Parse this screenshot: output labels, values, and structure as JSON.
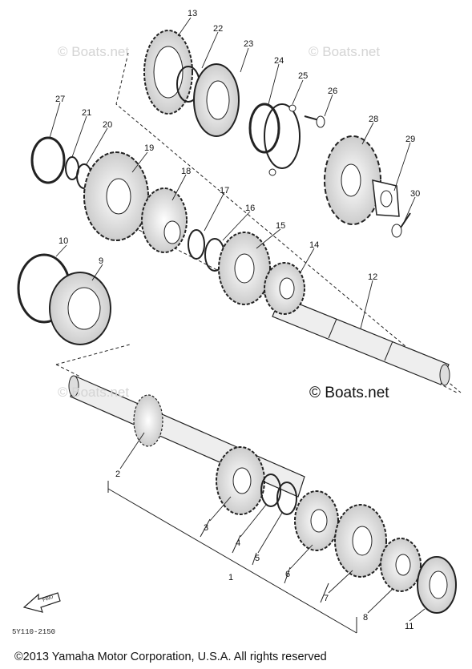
{
  "watermarks": [
    "© Boats.net",
    "© Boats.net",
    "© Boats.net"
  ],
  "brand_text": "© Boats.net",
  "part_numbers": [
    "13",
    "22",
    "23",
    "24",
    "25",
    "26",
    "27",
    "21",
    "20",
    "19",
    "18",
    "17",
    "16",
    "15",
    "14",
    "12",
    "28",
    "29",
    "30",
    "10",
    "9",
    "2",
    "3",
    "4",
    "5",
    "6",
    "7",
    "8",
    "11",
    "1"
  ],
  "fwd_label": "FWD",
  "diagram_code": "5Y110-2150",
  "copyright": "©2013 Yamaha Motor Corporation, U.S.A. All rights reserved"
}
